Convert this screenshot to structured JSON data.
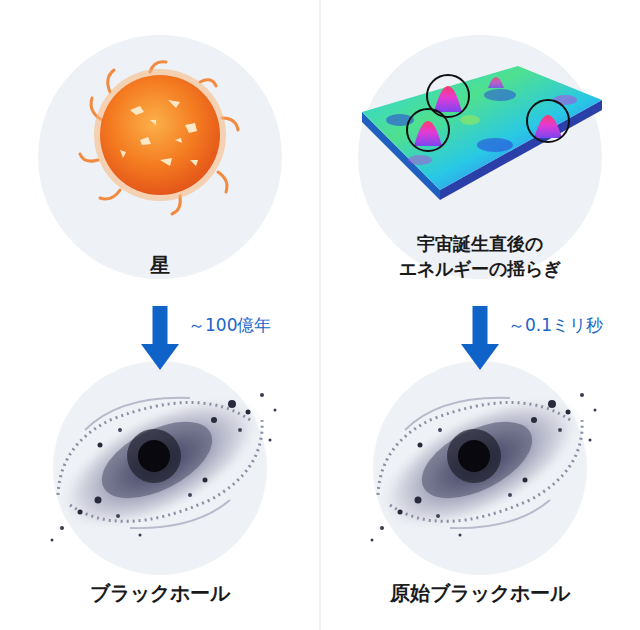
{
  "diagram": {
    "nodes": [
      {
        "text": [
          "星"
        ]
      },
      {
        "text": [
          "宇宙誕生直後の エネルギーの揺らぎ"
        ]
      },
      {
        "text": [
          "ブラックホール"
        ]
      },
      {
        "text": [
          "原始ブラックホール"
        ]
      }
    ],
    "edges": [
      {
        "from": 0,
        "to": 2,
        "arrow": "to",
        "label": "～100億年"
      },
      {
        "from": 1,
        "to": 3,
        "arrow": "to",
        "label": "～0.1ミリ秒"
      }
    ]
  }
}
